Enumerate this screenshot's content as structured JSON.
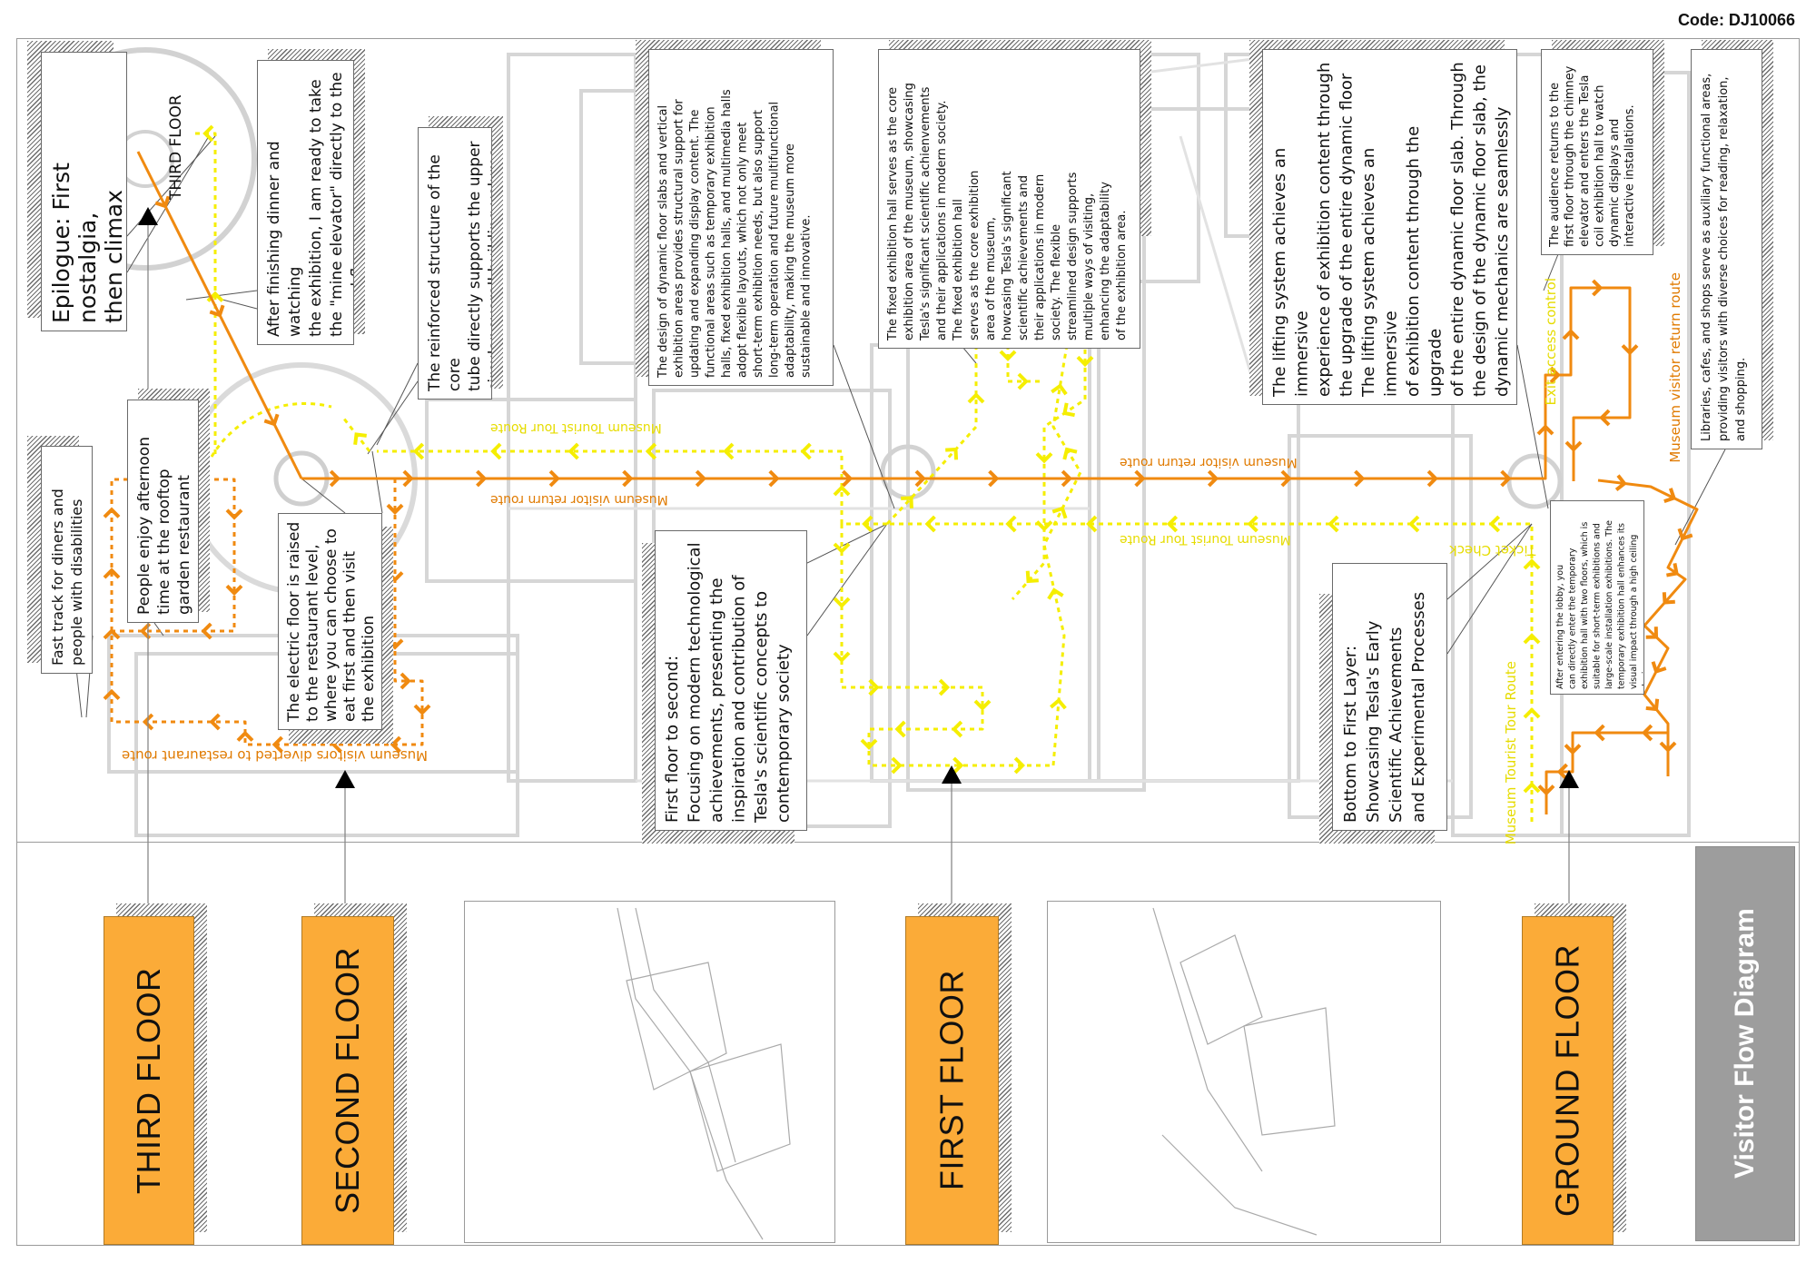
{
  "code_label": "Code: DJ10066",
  "title": "Visitor Flow Diagram",
  "colors": {
    "tour_route": "#f5ee00",
    "return_route": "#f08a10",
    "floor_label": "#fbab38",
    "title_bg": "#9d9d9d"
  },
  "third_floor_marker": "THIRD FLOOR",
  "annotations": [
    {
      "id": "epilogue",
      "text": "Epilogue: First nostalgia,\nthen climax\n(dialogue with Tesla)"
    },
    {
      "id": "after-dinner",
      "text": "After finishing dinner and watching\nthe exhibition, I am ready to take\nthe \"mine elevator\" directly to the\nground floor"
    },
    {
      "id": "core-tube",
      "text": "The reinforced structure of the core\ntube directly supports the upper\ncircular overall building volume"
    },
    {
      "id": "fast-track",
      "text": "Fast track for diners and\npeople with disabilities"
    },
    {
      "id": "rooftop",
      "text": "People enjoy afternoon\ntime at the rooftop\ngarden restaurant"
    },
    {
      "id": "electric-floor",
      "text": "The electric floor is raised\nto the restaurant level,\nwhere you can choose to\neat first and then visit\nthe exhibition"
    },
    {
      "id": "dynamic-slabs",
      "text": "The design of dynamic floor slabs and vertical\nexhibition areas provides structural support for\nupdating and expanding display content. The\nfunctional areas such as temporary exhibition\nhalls, fixed exhibition halls, and multimedia halls\nadopt flexible layouts, which not only meet\nshort-term exhibition needs, but also support\nlong-term operation and future multifunctional\nadaptability, making the museum more\nsustainable and innovative."
    },
    {
      "id": "fixed-hall",
      "text": "The fixed exhibition hall serves as the core\nexhibition area of the museum, showcasing\nTesla's significant scientific achienvements\nand their applications in modern society.\nThe fixed exhibition hall\nserves as the core exhibition\narea of the museum,\nhowcasing Tesla's significant\nscientific achievements and\ntheir applications in modern\nsociety. The flexible\nstreamlined design supports\nmultiple ways of visiting,\nenhancing the adaptability\nof the exhibition area."
    },
    {
      "id": "first-to-second",
      "text": "First floor to second:\nFocusing on modern technological\nachievements, presenting the\ninspiration and contribution of\nTesla's scientific concepts to\ncontemporary society"
    },
    {
      "id": "lifting-system",
      "text": "The lifting system achieves an immersive\nexperience of exhibition content through\nthe upgrade of the entire dynamic floor\nThe lifting system achieves an immersive\nof exhibition content through the upgrade\nof the entire dynamic floor slab. Through\nthe design of the dynamic floor slab, the\ndynamic mechanics are seamlessly\nintegrated with the narrative of the\nexhibition."
    },
    {
      "id": "audience-returns",
      "text": "The audience returns to the\nfirst floor through the chimney\nelevator and enters the Tesla\ncoil exhibition hall to watch\ndynamic displays and\ninteractive installations."
    },
    {
      "id": "libraries",
      "text": "Libraries, cafes, and shops serve as auxiliary functional areas,\nproviding visitors with diverse choices for reading, relaxation,\nand shopping."
    },
    {
      "id": "bottom-to-first",
      "text": "Bottom to First Layer:\nShowcasing Tesla's Early\nScientific Achievements\nand Experimental Processes"
    },
    {
      "id": "lobby",
      "text": "After entering the lobby, you\ncan directly enter the temporary\nexhibition hall with two floors, which is\nsuitable for short-term exhibitions and\nlarge-scale installation exhibitions. The\ntemporary exhibition hall enhances its\nvisual impact through a high ceiling design."
    }
  ],
  "route_labels": {
    "tour_upper": "Museum Tourist Tour Route",
    "return_right": "Museum visitor return route",
    "return_left": "Museum visitor return route",
    "tour_right": "Museum Tourist Tour Route",
    "restaurant": "Museum visitors diverted to restaurant route",
    "ticket_check": "Ticket Check",
    "tour_vertical": "Museum Tourist Tour Route",
    "exit_access": "Exit access control",
    "return_vertical": "Museum visitor return route"
  },
  "floors": [
    "THIRD FLOOR",
    "SECOND FLOOR",
    "FIRST FLOOR",
    "GROUND FLOOR"
  ]
}
